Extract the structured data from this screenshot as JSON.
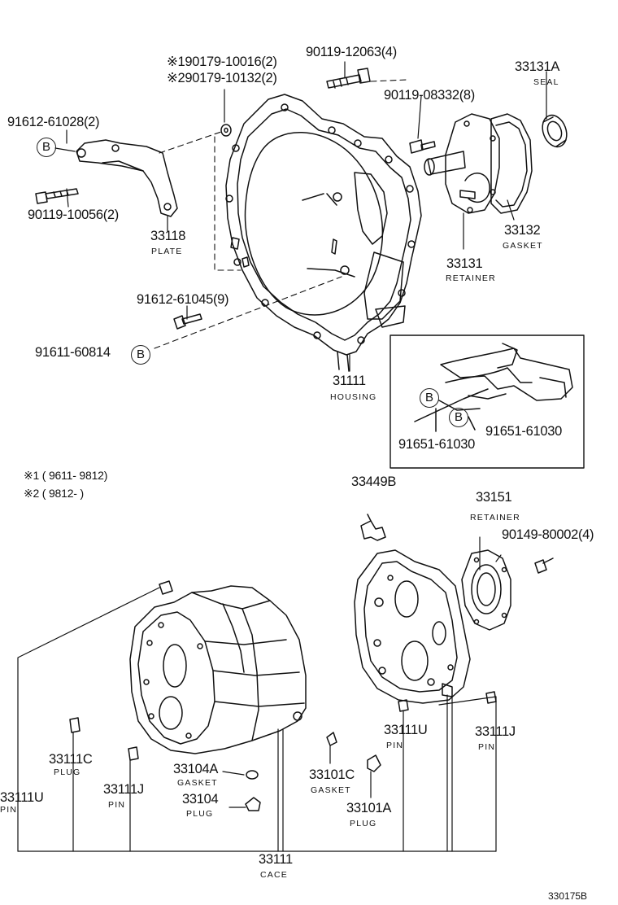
{
  "diagram_id": "330175B",
  "callout_letter": "B",
  "notes": {
    "note1_prefix": "※1",
    "note1_pn": "90179-10016(2)",
    "note2_prefix": "※2",
    "note2_pn": "90179-10132(2)",
    "legend1": "※1 ( 9611- 9812)",
    "legend2": "※2 ( 9812-       )"
  },
  "parts": {
    "bolt_12063": "90119-12063(4)",
    "seal_no": "33131A",
    "seal_name": "SEAL",
    "bolt_08332": "90119-08332(8)",
    "pin_61028": "91612-61028(2)",
    "bolt_10056": "90119-10056(2)",
    "plate_no": "33118",
    "plate_name": "PLATE",
    "gasket_no": "33132",
    "gasket_name": "GASKET",
    "retainer_no": "33131",
    "retainer_name": "RETAINER",
    "bolt_61045": "91612-61045(9)",
    "pin_60814": "91611-60814",
    "housing_no": "31111",
    "housing_name": "HOUSING",
    "inset_left": "91651-61030",
    "inset_right": "91651-61030",
    "clip_no": "33449B",
    "retainer2_no": "33151",
    "retainer2_name": "RETAINER",
    "bolt_80002": "90149-80002(4)",
    "plug_c_no": "33111C",
    "plug_c_name": "PLUG",
    "gasket_a_no": "33104A",
    "gasket_a_name": "GASKET",
    "plug_104_no": "33104",
    "plug_104_name": "PLUG",
    "pin_u_left_no": "33111U",
    "pin_u_left_name": "PIN",
    "pin_j_mid_no": "33111J",
    "pin_j_mid_name": "PIN",
    "gasket_101c_no": "33101C",
    "gasket_101c_name": "GASKET",
    "plug_101a_no": "33101A",
    "plug_101a_name": "PLUG",
    "pin_u_right_no": "33111U",
    "pin_u_right_name": "PIN",
    "pin_j_right_no": "33111J",
    "pin_j_right_name": "PIN",
    "case_no": "33111",
    "case_name": "CACE"
  }
}
